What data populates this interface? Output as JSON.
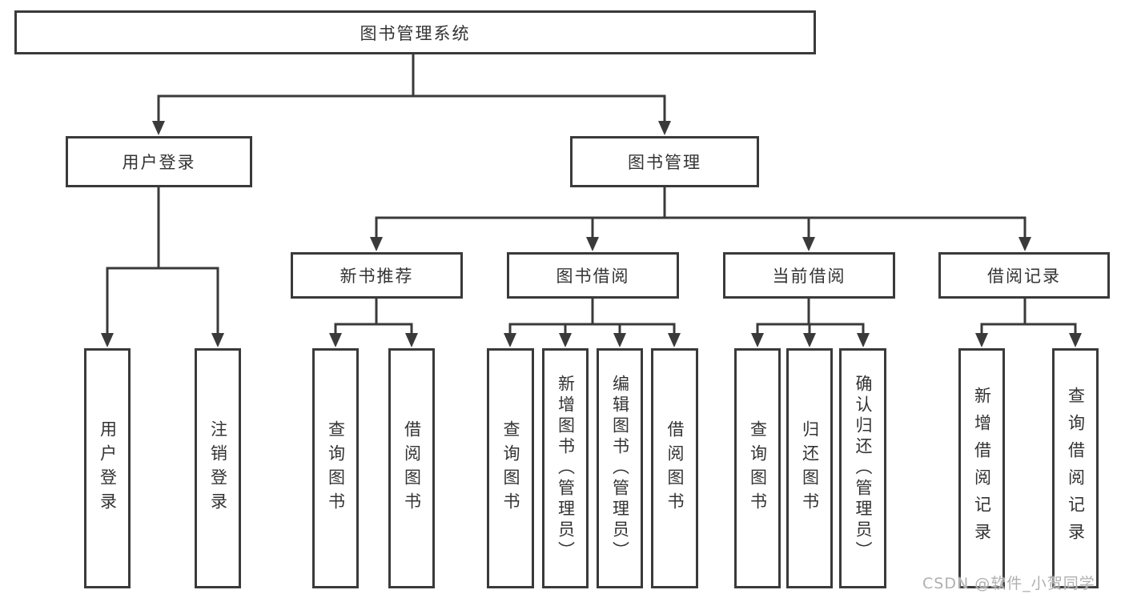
{
  "diagram": {
    "root": {
      "label": "图书管理系统"
    },
    "level2": [
      {
        "id": "user-login",
        "label": "用户登录"
      },
      {
        "id": "book-management",
        "label": "图书管理"
      }
    ],
    "level3": [
      {
        "id": "new-book-recommendation",
        "label": "新书推荐",
        "parent": "图书管理"
      },
      {
        "id": "book-borrowing",
        "label": "图书借阅",
        "parent": "图书管理"
      },
      {
        "id": "current-borrowing",
        "label": "当前借阅",
        "parent": "图书管理"
      },
      {
        "id": "borrowing-records",
        "label": "借阅记录",
        "parent": "图书管理"
      }
    ],
    "level4": [
      {
        "id": "user-login-leaf",
        "label": "用户登录",
        "parent": "用户登录"
      },
      {
        "id": "logout-leaf",
        "label": "注销登录",
        "parent": "用户登录"
      },
      {
        "id": "search-books-new",
        "label": "查询图书",
        "parent": "新书推荐"
      },
      {
        "id": "borrow-books-new",
        "label": "借阅图书",
        "parent": "新书推荐"
      },
      {
        "id": "search-books-borrow",
        "label": "查询图书",
        "parent": "图书借阅"
      },
      {
        "id": "add-books-admin",
        "label": "新增图书（管理员）",
        "parent": "图书借阅"
      },
      {
        "id": "edit-books-admin",
        "label": "编辑图书（管理员）",
        "parent": "图书借阅"
      },
      {
        "id": "borrow-books-borrow",
        "label": "借阅图书",
        "parent": "图书借阅"
      },
      {
        "id": "search-books-current",
        "label": "查询图书",
        "parent": "当前借阅"
      },
      {
        "id": "return-books",
        "label": "归还图书",
        "parent": "当前借阅"
      },
      {
        "id": "confirm-return-admin",
        "label": "确认归还（管理员）",
        "parent": "当前借阅"
      },
      {
        "id": "add-borrow-record",
        "label": "新增借阅记录",
        "parent": "借阅记录"
      },
      {
        "id": "search-borrow-record",
        "label": "查询借阅记录",
        "parent": "借阅记录"
      }
    ],
    "watermark": "CSDN @软件_小贺同学",
    "colors": {
      "line": "#3a3a3a",
      "text": "#333333",
      "box_bg": "#ffffff",
      "watermark": "#b0b0b0"
    }
  }
}
